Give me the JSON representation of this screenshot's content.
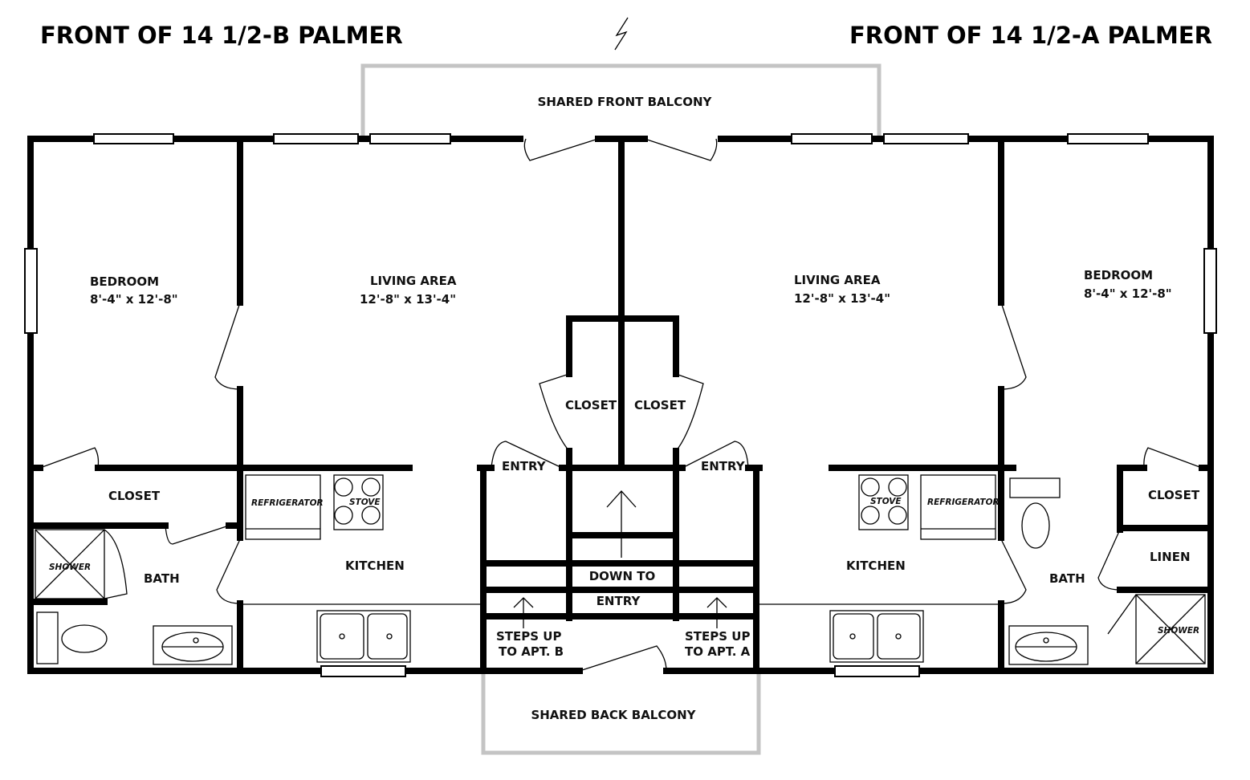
{
  "headings": {
    "left": "FRONT OF 14 1/2-B PALMER",
    "right": "FRONT OF 14 1/2-A PALMER"
  },
  "north_icon": "lightning-north-arrow-icon",
  "balconies": {
    "front": "SHARED FRONT BALCONY",
    "back": "SHARED BACK BALCONY"
  },
  "apt_b": {
    "bedroom": {
      "name": "BEDROOM",
      "size": "8'-4\" x 12'-8\""
    },
    "living": {
      "name": "LIVING AREA",
      "size": "12'-8\" x 13'-4\""
    },
    "closet": "CLOSET",
    "bath": "BATH",
    "shower": "SHOWER",
    "kitchen": "KITCHEN",
    "refrigerator": "REFRIGERATOR",
    "stove": "STOVE",
    "entry": "ENTRY",
    "steps": [
      "STEPS UP",
      "TO APT. B"
    ]
  },
  "apt_a": {
    "bedroom": {
      "name": "BEDROOM",
      "size": "8'-4\" x 12'-8\""
    },
    "living": {
      "name": "LIVING AREA",
      "size": "12'-8\" x 13'-4\""
    },
    "closet": "CLOSET",
    "linen": "LINEN",
    "bath": "BATH",
    "shower": "SHOWER",
    "kitchen": "KITCHEN",
    "refrigerator": "REFRIGERATOR",
    "stove": "STOVE",
    "entry": "ENTRY",
    "steps": [
      "STEPS UP",
      "TO APT. A"
    ]
  },
  "center": {
    "closets": [
      "CLOSET",
      "CLOSET"
    ],
    "down_to": "DOWN TO",
    "entry": "ENTRY"
  }
}
